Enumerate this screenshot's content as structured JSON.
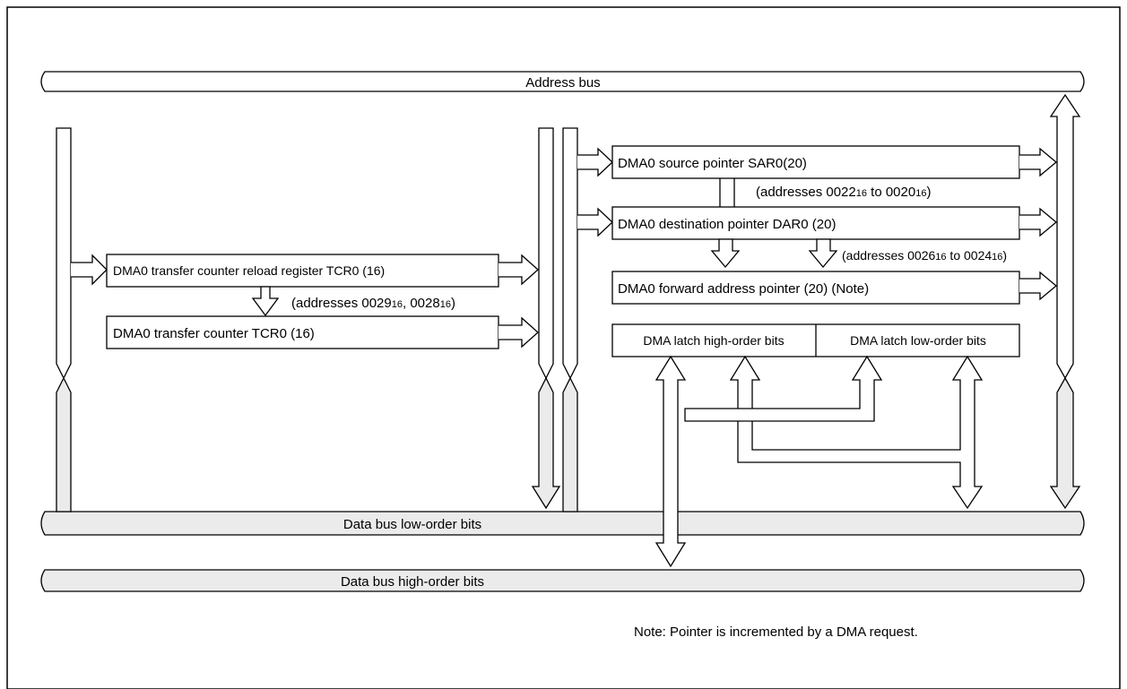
{
  "buses": {
    "address": "Address bus",
    "data_low": "Data bus low-order bits",
    "data_high": "Data bus high-order bits"
  },
  "registers": {
    "tcr0_reload": "DMA0 transfer counter reload register TCR0 (16)",
    "tcr0": "DMA0 transfer counter TCR0 (16)",
    "sar0": "DMA0 source pointer SAR0(20)",
    "dar0": "DMA0 destination pointer DAR0 (20)",
    "forward_ptr": "DMA0 forward address pointer (20) (Note)",
    "latch_high": "DMA latch high-order bits",
    "latch_low": "DMA latch low-order bits"
  },
  "addresses": {
    "tcr": {
      "prefix": "(addresses 0029",
      "sub1": "16",
      "mid": ", 0028",
      "sub2": "16",
      "suffix": ")"
    },
    "sar": {
      "prefix": "(addresses 0022",
      "sub1": "16",
      "mid": " to 0020",
      "sub2": "16",
      "suffix": ")"
    },
    "dar": {
      "prefix": "(addresses 0026",
      "sub1": "16",
      "mid": " to 0024",
      "sub2": "16",
      "suffix": ")"
    }
  },
  "note": "Note: Pointer is incremented by a DMA request."
}
